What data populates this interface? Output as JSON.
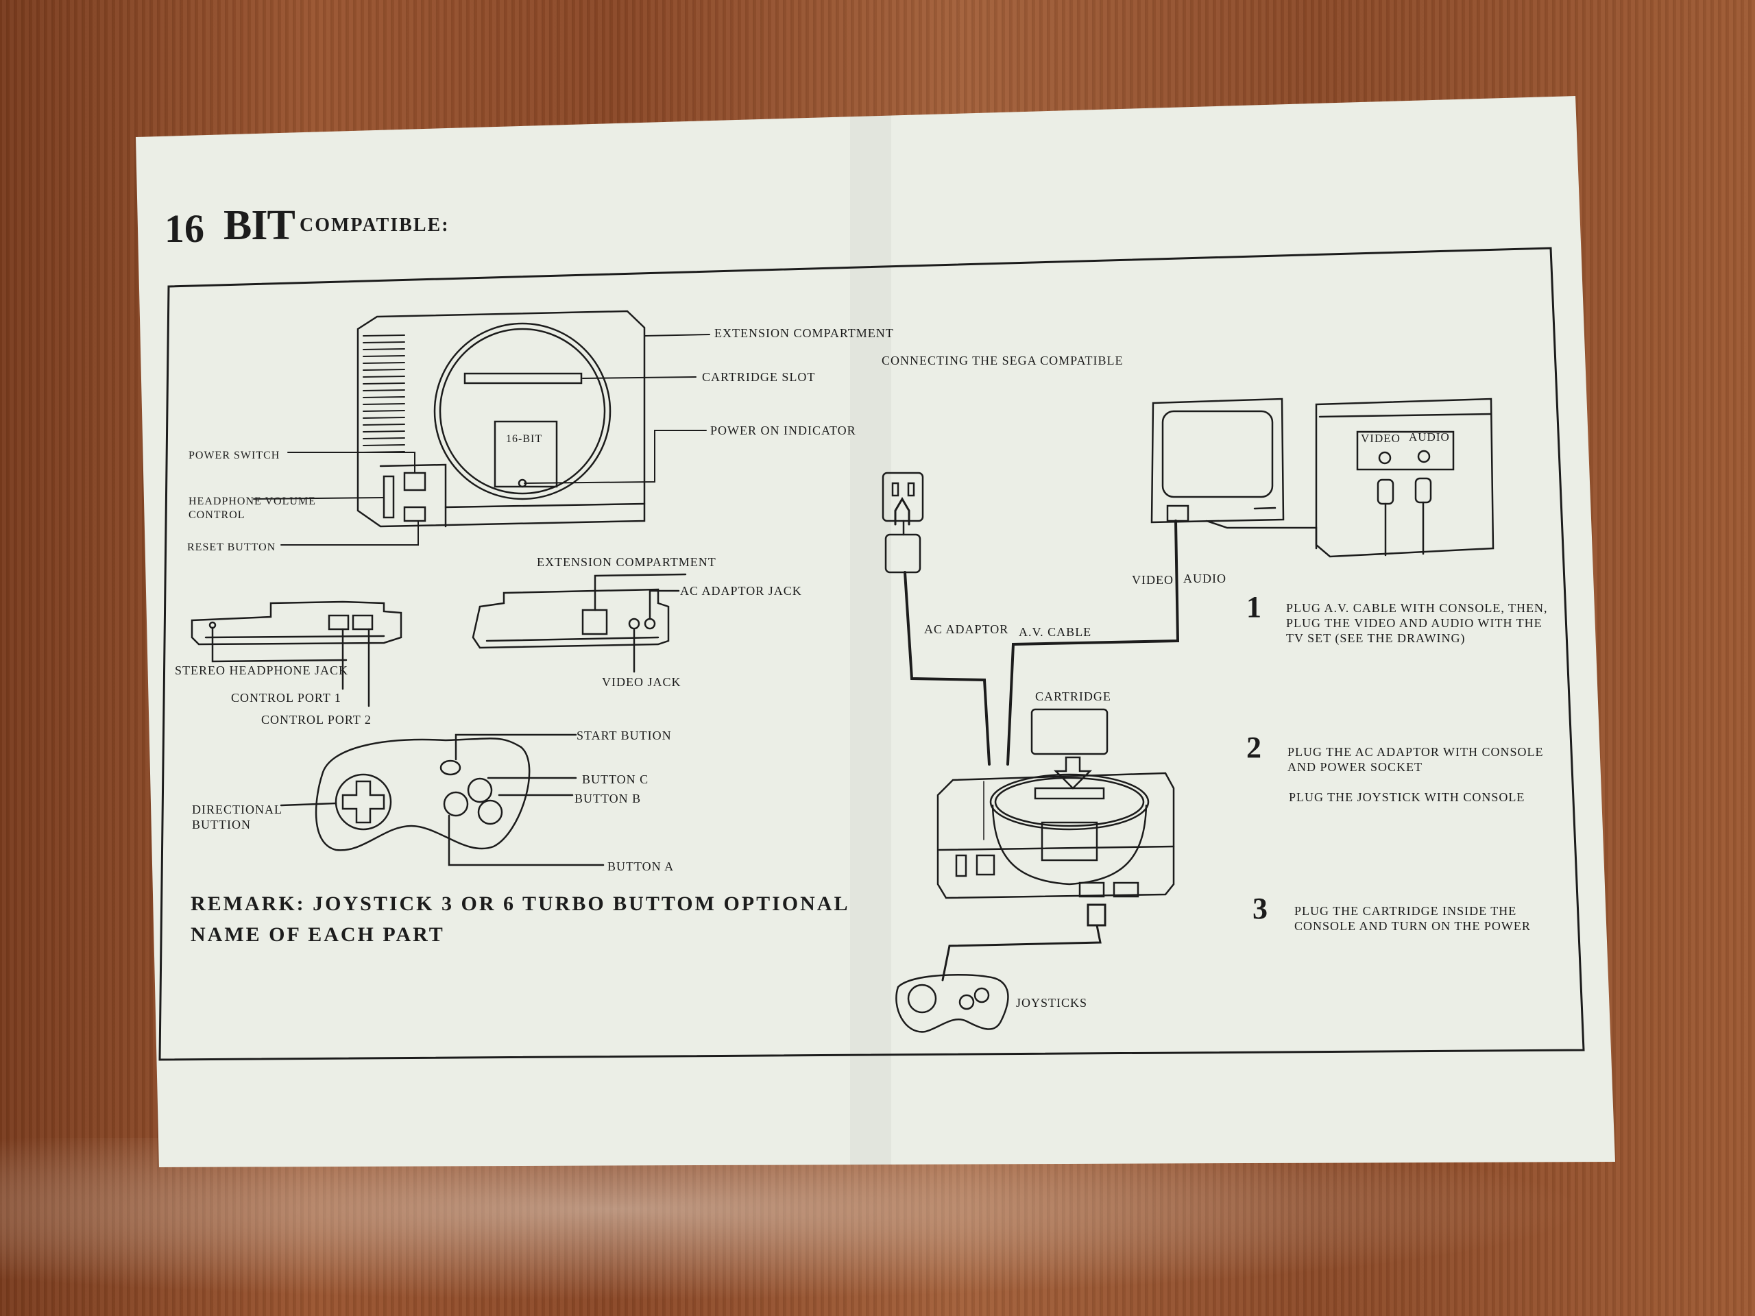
{
  "header": {
    "number": "16",
    "bit": "BIT",
    "compatible": "COMPATIBLE:"
  },
  "parts": {
    "extension_compartment_top": "EXTENSION COMPARTMENT",
    "cartridge_slot": "CARTRIDGE SLOT",
    "power_on_indicator": "POWER ON INDICATOR",
    "console_badge": "16-BIT",
    "power_switch": "POWER SWITCH",
    "headphone_volume_line1": "HEADPHONE VOLUME",
    "headphone_volume_line2": "CONTROL",
    "reset_button": "RESET BUTTON",
    "extension_compartment_rear": "EXTENSION COMPARTMENT",
    "ac_adaptor_jack": "AC ADAPTOR JACK",
    "video_jack": "VIDEO JACK",
    "stereo_headphone_jack": "STEREO HEADPHONE JACK",
    "control_port_1": "CONTROL PORT 1",
    "control_port_2": "CONTROL PORT 2",
    "start_button": "START BUTION",
    "button_c": "BUTTON C",
    "button_b": "BUTTON B",
    "button_a": "BUTTON A",
    "directional_line1": "DIRECTIONAL",
    "directional_line2": "BUTTION"
  },
  "remark": {
    "line1": "REMARK: JOYSTICK 3 OR 6 TURBO BUTTOM OPTIONAL",
    "line2": "NAME OF EACH PART"
  },
  "connection": {
    "title": "CONNECTING THE SEGA COMPATIBLE",
    "tv_panel_video": "VIDEO",
    "tv_panel_audio": "AUDIO",
    "cable_video": "VIDEO",
    "cable_audio": "AUDIO",
    "ac_adaptor": "AC ADAPTOR",
    "av_cable": "A.V. CABLE",
    "cartridge": "CARTRIDGE",
    "joysticks": "JOYSTICKS"
  },
  "steps": [
    {
      "number": "1",
      "text": "PLUG A.V. CABLE WITH CONSOLE, THEN, PLUG THE VIDEO AND AUDIO WITH THE TV SET (SEE THE DRAWING)"
    },
    {
      "number": "2",
      "text": "PLUG THE AC ADAPTOR WITH CONSOLE AND POWER SOCKET",
      "extra": "PLUG THE JOYSTICK WITH CONSOLE"
    },
    {
      "number": "3",
      "text": "PLUG THE CARTRIDGE INSIDE THE CONSOLE AND TURN ON THE POWER"
    }
  ],
  "colors": {
    "paper": "#ebeee6",
    "ink": "#1c1c1c",
    "wood": "#8c4a28"
  }
}
